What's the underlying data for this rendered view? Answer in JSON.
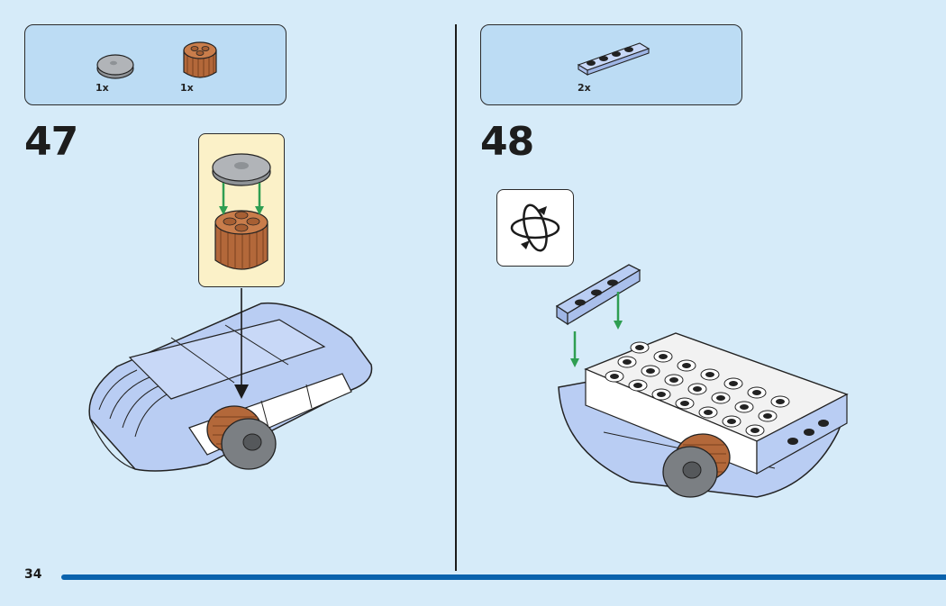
{
  "page": {
    "number": "34"
  },
  "steps": [
    {
      "number": "47",
      "parts": [
        {
          "name": "grey round tile",
          "qty": "1x"
        },
        {
          "name": "brown round gear brick",
          "qty": "1x"
        }
      ]
    },
    {
      "number": "48",
      "parts": [
        {
          "name": "light blue plate 1x4",
          "qty": "2x"
        }
      ]
    }
  ],
  "icons": [
    "rotate-model-icon",
    "green-arrow-icon",
    "black-arrow-icon"
  ],
  "colors": {
    "background": "#d6ebf9",
    "parts_box": "#bcdcf4",
    "callout": "#fbf1c8",
    "page_bar": "#0a62ad",
    "brick_blue": "#b9cdf3",
    "gear_brown": "#b3683a",
    "tile_grey": "#a4a7ab",
    "arrow_green": "#2f9e52"
  }
}
